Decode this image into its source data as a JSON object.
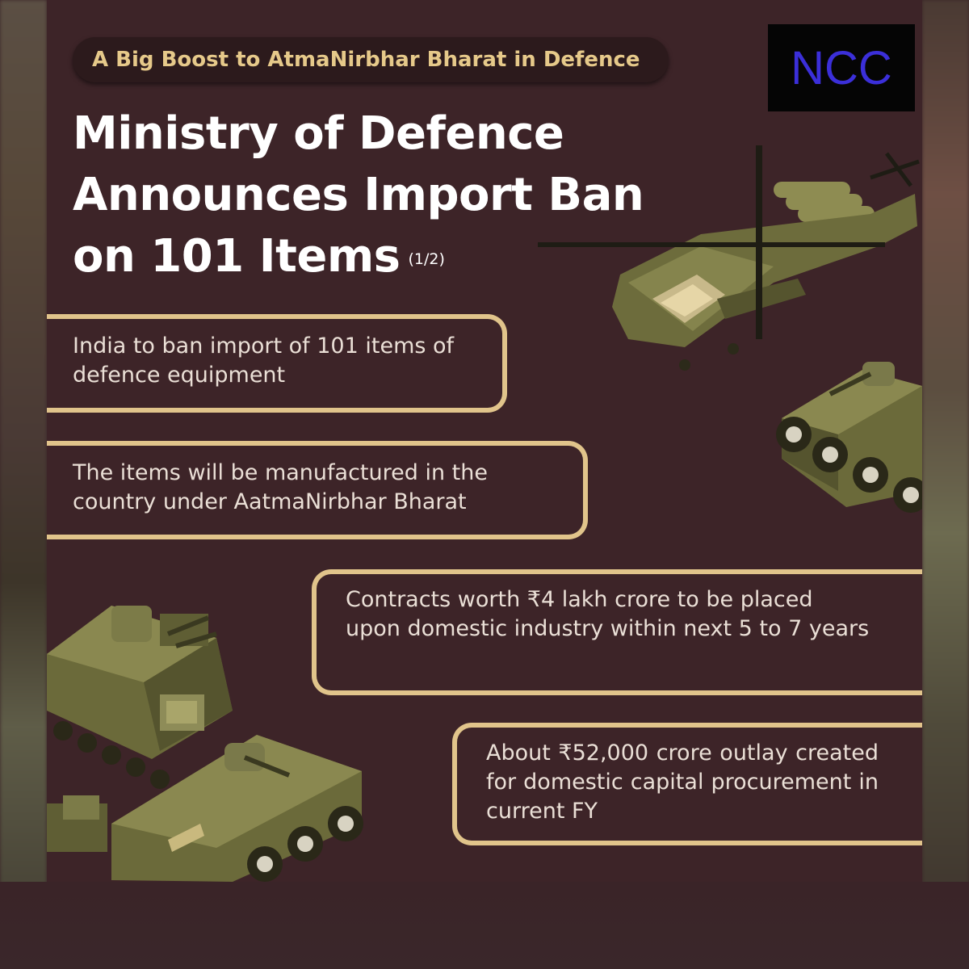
{
  "badge": "NCC",
  "tagline": "A Big Boost to AtmaNirbhar Bharat in Defence",
  "headline": {
    "line1": "Ministry of Defence",
    "line2": "Announces Import Ban",
    "line3": "on 101 Items",
    "part": "(1/2)"
  },
  "points": [
    "India to ban import of 101 items of defence equipment",
    "The items will be manufactured in the country under AatmaNirbhar Bharat",
    "Contracts worth ₹4 lakh crore to be placed upon domestic industry within next 5 to 7 years",
    "About ₹52,000 crore outlay created for domestic capital procurement in current FY"
  ],
  "colors": {
    "background": "#3d2428",
    "accent": "#e1c48b",
    "badge_text": "#3b2fd9",
    "military_green": "#6b6a3a"
  },
  "illustrations": [
    "helicopter-illustration",
    "armored-vehicle-illustration",
    "tank-illustration",
    "apc-illustration"
  ]
}
